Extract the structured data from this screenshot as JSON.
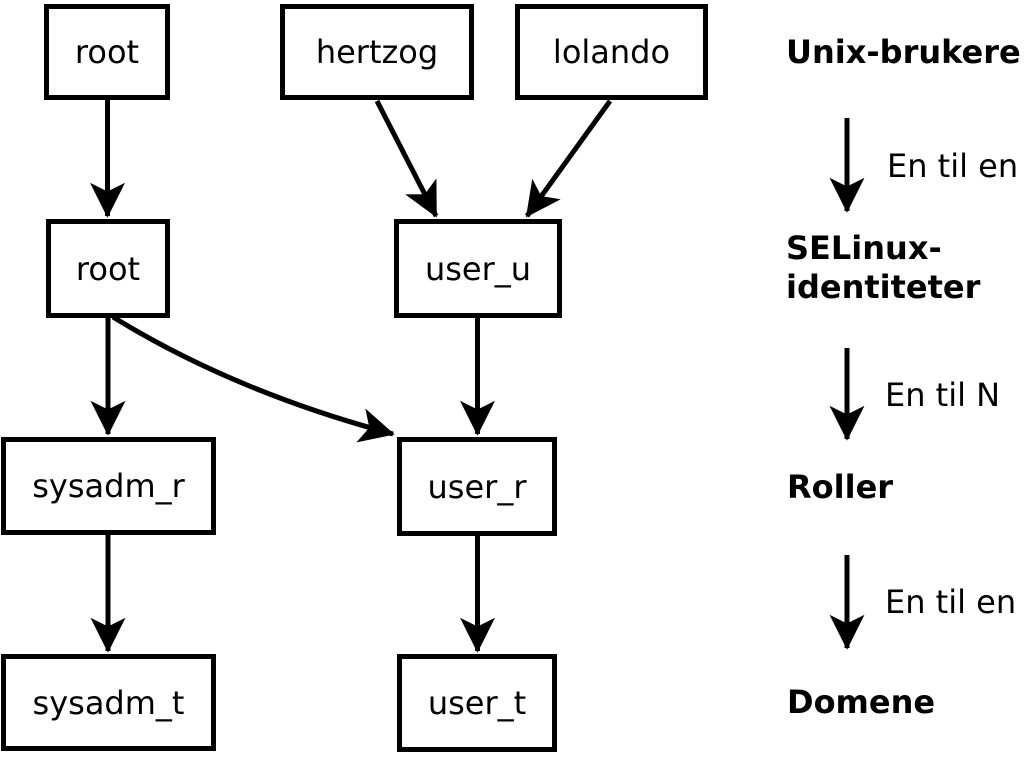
{
  "diagram": {
    "nodes": {
      "root_unix": "root",
      "hertzog": "hertzog",
      "lolando": "lolando",
      "root_selinux": "root",
      "user_u": "user_u",
      "sysadm_r": "sysadm_r",
      "user_r": "user_r",
      "sysadm_t": "sysadm_t",
      "user_t": "user_t"
    },
    "edges": [
      {
        "from": "root (unix)",
        "to": "root (selinux)"
      },
      {
        "from": "hertzog",
        "to": "user_u"
      },
      {
        "from": "lolando",
        "to": "user_u"
      },
      {
        "from": "root (selinux)",
        "to": "sysadm_r"
      },
      {
        "from": "root (selinux)",
        "to": "user_r"
      },
      {
        "from": "user_u",
        "to": "user_r"
      },
      {
        "from": "sysadm_r",
        "to": "sysadm_t"
      },
      {
        "from": "user_r",
        "to": "user_t"
      }
    ]
  },
  "legend": {
    "level1": "Unix-brukere",
    "arrow1_label": "En til en",
    "level2_line1": "SELinux-",
    "level2_line2": "identiteter",
    "arrow2_label": "En til N",
    "level3": "Roller",
    "arrow3_label": "En til en",
    "level4": "Domene"
  },
  "colors": {
    "background": "#ffffff",
    "line": "#000000",
    "text": "#000000"
  }
}
